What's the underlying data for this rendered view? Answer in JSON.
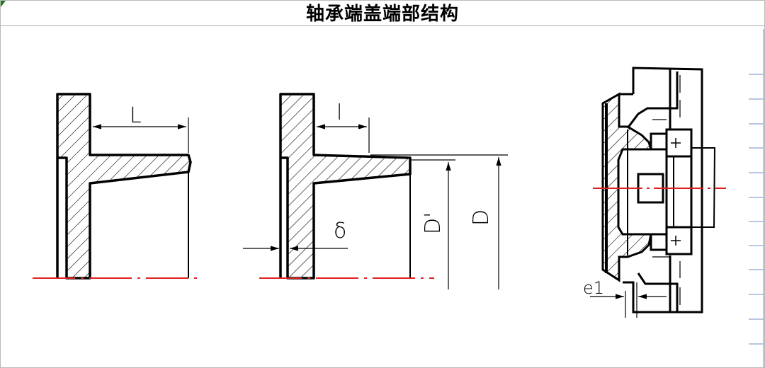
{
  "title": "轴承端盖端部结构",
  "labels": {
    "fig1_length": "L",
    "fig2_length": "l",
    "fig2_thickness": "δ",
    "fig2_inner_diameter": "D'",
    "fig2_outer_diameter": "D",
    "fig3_gap": "e1"
  },
  "colors": {
    "centerline": "#e02020",
    "line": "#000000",
    "corner_mark": "#1a7a1a",
    "grid": "#9fb3d8"
  }
}
